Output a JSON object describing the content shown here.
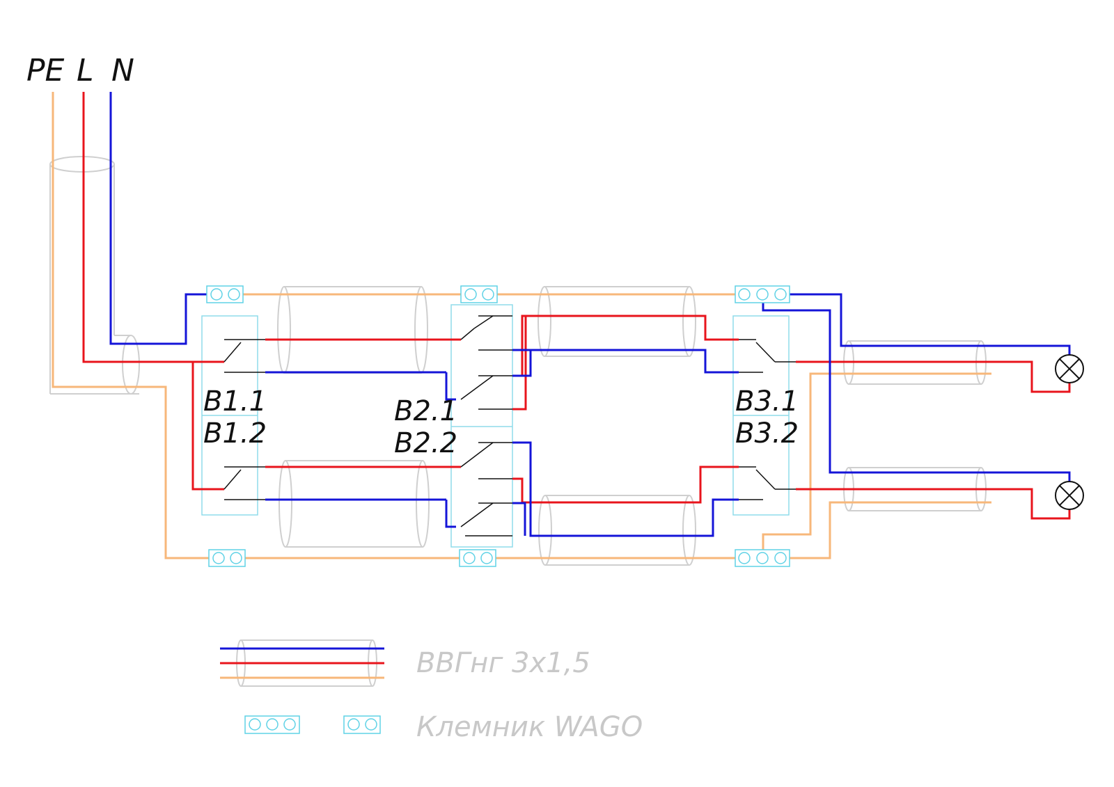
{
  "labels": {
    "pe": "PE",
    "l": "L",
    "n": "N"
  },
  "switches": {
    "b11": "B1.1",
    "b12": "B1.2",
    "b21": "B2.1",
    "b22": "B2.2",
    "b31": "B3.1",
    "b32": "B3.2"
  },
  "legend": {
    "cable": "ВВГнг 3х1,5",
    "terminal": "Клемник WAGO"
  },
  "colors": {
    "pe_wire": "#f7b77a",
    "l_wire": "#e8141c",
    "n_wire": "#1414d8",
    "cable_outline": "#cfcfcf",
    "terminal": "#5fd2e6",
    "switch_frame": "#8fdcea",
    "contacts": "#111111",
    "lamp": "#111111"
  },
  "icons": {
    "lamp": "lamp-cross-circle-icon",
    "terminal_2": "wago-2-pole-terminal-icon",
    "terminal_3": "wago-3-pole-terminal-icon"
  }
}
